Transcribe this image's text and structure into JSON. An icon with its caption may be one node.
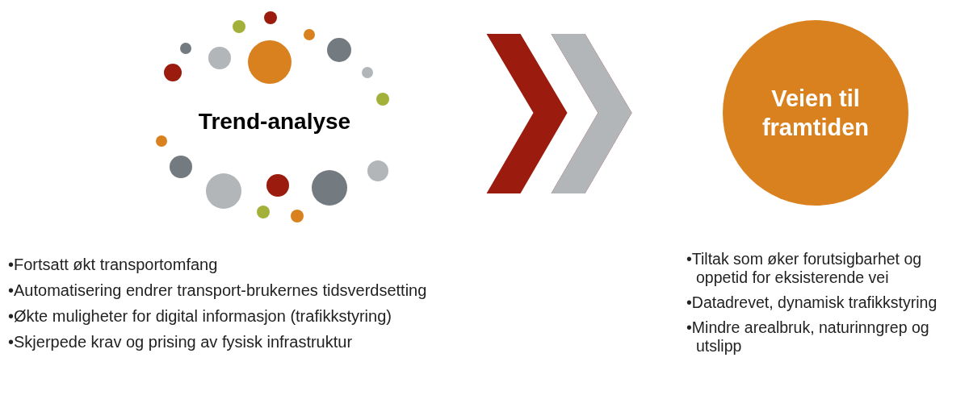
{
  "diagram": {
    "nodes": [
      {
        "text": [
          "Trend-analyse"
        ],
        "beside": [
          "•Fortsatt økt transportomfang",
          "•Automatisering endrer transport-brukernes tidsverdsetting",
          "•Økte muligheter for digital informasjon (trafikkstyring)",
          "•Skjerpede krav og prising av fysisk infrastruktur"
        ]
      },
      {
        "text": [
          "Veien til framtiden"
        ],
        "beside": [
          "•Tiltak som øker forutsigbarhet og oppetid for eksisterende vei",
          "•Datadrevet, dynamisk trafikkstyring",
          "•Mindre arealbruk, naturinngrep og utslipp"
        ]
      }
    ],
    "edges": [
      {
        "from": 0,
        "to": 1,
        "arrow": "to"
      }
    ]
  }
}
